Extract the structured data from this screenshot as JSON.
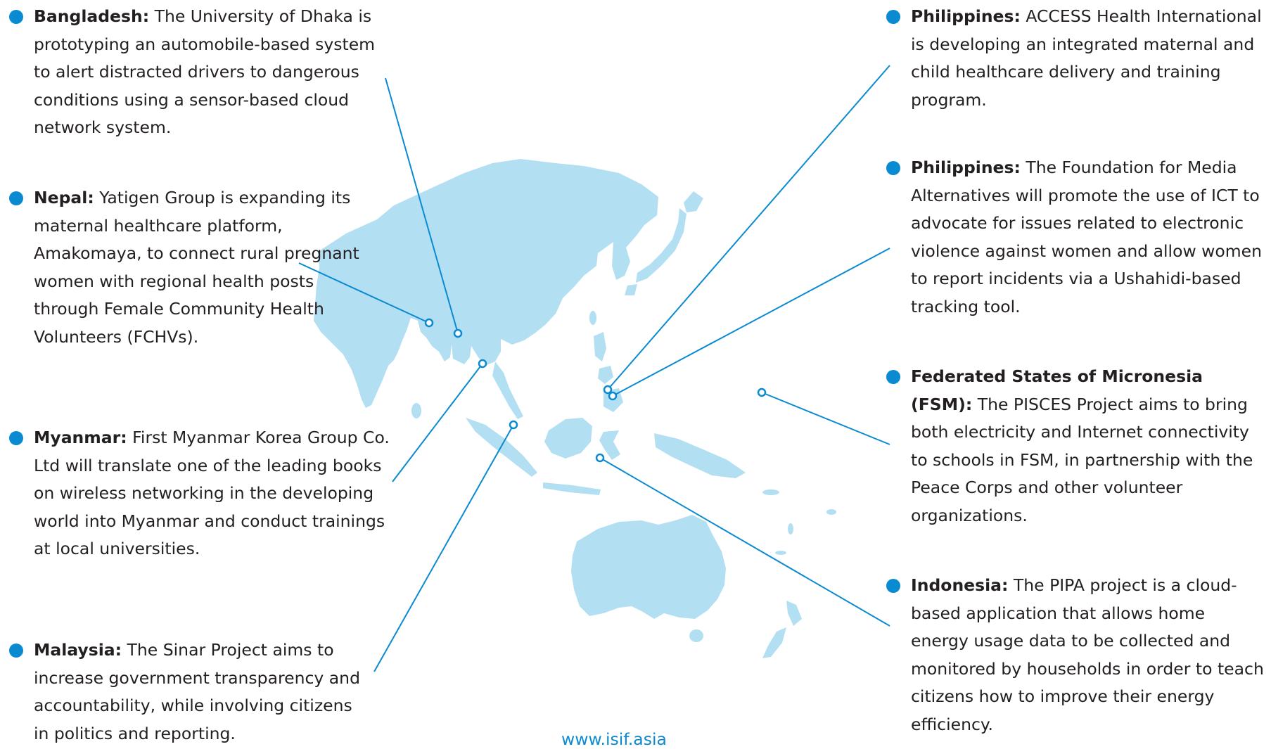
{
  "colors": {
    "accent": "#0a8ad1",
    "land": "#b3dff3",
    "text": "#231f20"
  },
  "entries": [
    {
      "country": "Bangladesh:",
      "text": "The University of Dhaka is prototyping an automobile-based system to alert distracted drivers to dangerous conditions using a sensor-based cloud network system."
    },
    {
      "country": "Nepal:",
      "text": "Yatigen Group is expanding its maternal healthcare platform, Amakomaya, to connect rural pregnant women with regional health posts through Female Community Health Volunteers (FCHVs)."
    },
    {
      "country": "Myanmar:",
      "text": "First Myanmar Korea Group Co. Ltd will translate one of the leading books on wireless networking in the developing world into Myanmar and conduct trainings at local universities."
    },
    {
      "country": "Malaysia:",
      "text": "The Sinar Project aims to increase government transparency and accountability, while involving citizens in politics and reporting."
    },
    {
      "country": "Philippines:",
      "text": "ACCESS Health International is developing an integrated maternal and child healthcare delivery and training program."
    },
    {
      "country": "Philippines:",
      "text": "The Foundation for Media Alternatives will promote the use of ICT to advocate for issues related to electronic violence against women and allow women to report incidents via a Ushahidi-based tracking tool."
    },
    {
      "country": "Federated States of Micronesia (FSM):",
      "text": "The PISCES Project aims to bring both electricity and Internet connectivity to schools in FSM, in partnership with the Peace Corps and other volunteer organizations."
    },
    {
      "country": "Indonesia:",
      "text": "The PIPA project is a cloud-based application that allows home energy usage data to be collected and monitored by households in order to teach citizens how to improve their energy efficiency."
    }
  ],
  "footer": {
    "url": "www.isif.asia"
  }
}
